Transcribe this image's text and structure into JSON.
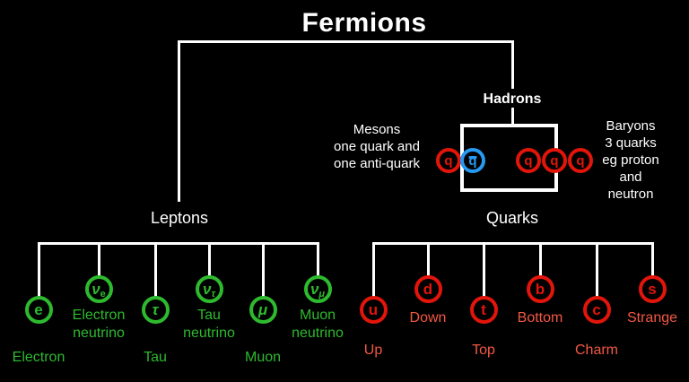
{
  "title": "Fermions",
  "colors": {
    "background": "#000000",
    "line_white": "#ffffff",
    "lepton_green": "#2eba2e",
    "quark_red": "#e2150b",
    "quark_label_red": "#f25844",
    "antiquark_blue": "#2699f0"
  },
  "hadrons": {
    "label": "Hadrons",
    "mesons": {
      "lines": [
        "Mesons",
        "one quark and",
        "one anti-quark"
      ],
      "particles": [
        {
          "symbol": "q",
          "anti": false
        },
        {
          "symbol": "q",
          "anti": true
        }
      ]
    },
    "baryons": {
      "lines": [
        "Baryons",
        "3 quarks",
        "eg proton",
        "and",
        "neutron"
      ],
      "particles": [
        {
          "symbol": "q",
          "anti": false
        },
        {
          "symbol": "q",
          "anti": false
        },
        {
          "symbol": "q",
          "anti": false
        }
      ]
    }
  },
  "leptons": {
    "label": "Leptons",
    "particles": [
      {
        "symbol": "e",
        "sub": "",
        "name": [
          "Electron"
        ]
      },
      {
        "symbol": "ν",
        "sub": "e",
        "name": [
          "Electron",
          "neutrino"
        ]
      },
      {
        "symbol": "τ",
        "sub": "",
        "name": [
          "Tau"
        ]
      },
      {
        "symbol": "ν",
        "sub": "τ",
        "name": [
          "Tau",
          "neutrino"
        ]
      },
      {
        "symbol": "μ",
        "sub": "",
        "name": [
          "Muon"
        ]
      },
      {
        "symbol": "ν",
        "sub": "μ",
        "name": [
          "Muon",
          "neutrino"
        ]
      }
    ]
  },
  "quarks": {
    "label": "Quarks",
    "particles": [
      {
        "symbol": "u",
        "sub": "",
        "name": [
          "Up"
        ]
      },
      {
        "symbol": "d",
        "sub": "",
        "name": [
          "Down"
        ]
      },
      {
        "symbol": "t",
        "sub": "",
        "name": [
          "Top"
        ]
      },
      {
        "symbol": "b",
        "sub": "",
        "name": [
          "Bottom"
        ]
      },
      {
        "symbol": "c",
        "sub": "",
        "name": [
          "Charm"
        ]
      },
      {
        "symbol": "s",
        "sub": "",
        "name": [
          "Strange"
        ]
      }
    ]
  }
}
